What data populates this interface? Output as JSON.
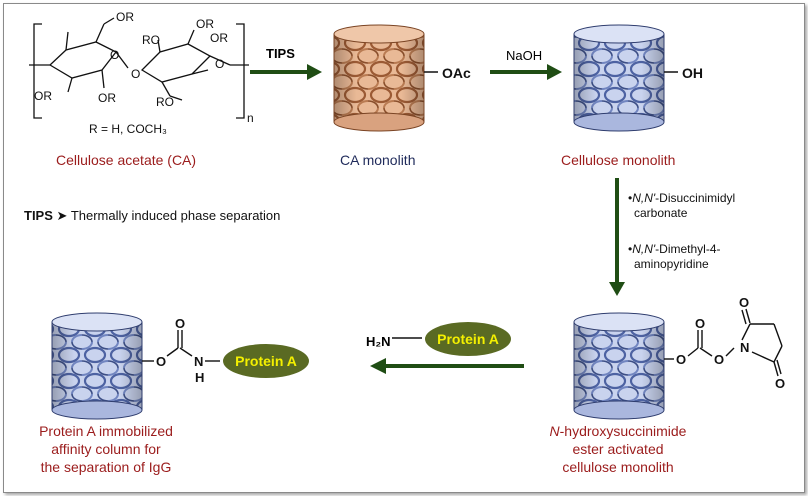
{
  "cellulose_acetate": {
    "r_groups": [
      "OR",
      "O",
      "OR",
      "RO",
      "OR",
      "O",
      "OR",
      "RO",
      "OR",
      "O"
    ],
    "bracket_subscript": "n",
    "r_definition": "R = H, COCH₃",
    "label": "Cellulose acetate (CA)"
  },
  "step1": {
    "arrow_label": "TIPS"
  },
  "ca_monolith": {
    "group": "OAc",
    "label": "CA monolith"
  },
  "step2": {
    "arrow_label": "NaOH"
  },
  "cellulose_monolith": {
    "group": "OH",
    "label": "Cellulose monolith"
  },
  "legend": {
    "abbr": "TIPS",
    "arrow_glyph": "➤",
    "definition": "Thermally induced phase separation"
  },
  "step3": {
    "reagent1_prefix": "N,N'",
    "reagent1_line1": "-Disuccinimidyl",
    "reagent1_line2": "carbonate",
    "reagent2_prefix": "N,N'",
    "reagent2_line1": "-Dimethyl-4-",
    "reagent2_line2": "aminopyridine",
    "bullet": "•"
  },
  "nhs_monolith": {
    "atoms": [
      "O",
      "O",
      "N",
      "O",
      "O",
      "O"
    ],
    "label_italic": "N",
    "label_line1": "-hydroxysuccinimide",
    "label_line2": "ester activated",
    "label_line3": "cellulose monolith"
  },
  "step4": {
    "reagent_amine": "H₂N",
    "protein": "Protein A"
  },
  "product": {
    "atoms": [
      "O",
      "O",
      "N",
      "H"
    ],
    "protein": "Protein A",
    "label_line1": "Protein A immobilized",
    "label_line2": "affinity column for",
    "label_line3": "the separation of IgG"
  },
  "colors": {
    "arrow": "#1f4d14",
    "label_red": "#9b1c1c",
    "label_navy": "#1f2a5a",
    "pill": "#5a6a23",
    "pill_text": "#f4f000",
    "ca_fiber": "#b87a55",
    "cell_fiber": "#6e82b8"
  }
}
